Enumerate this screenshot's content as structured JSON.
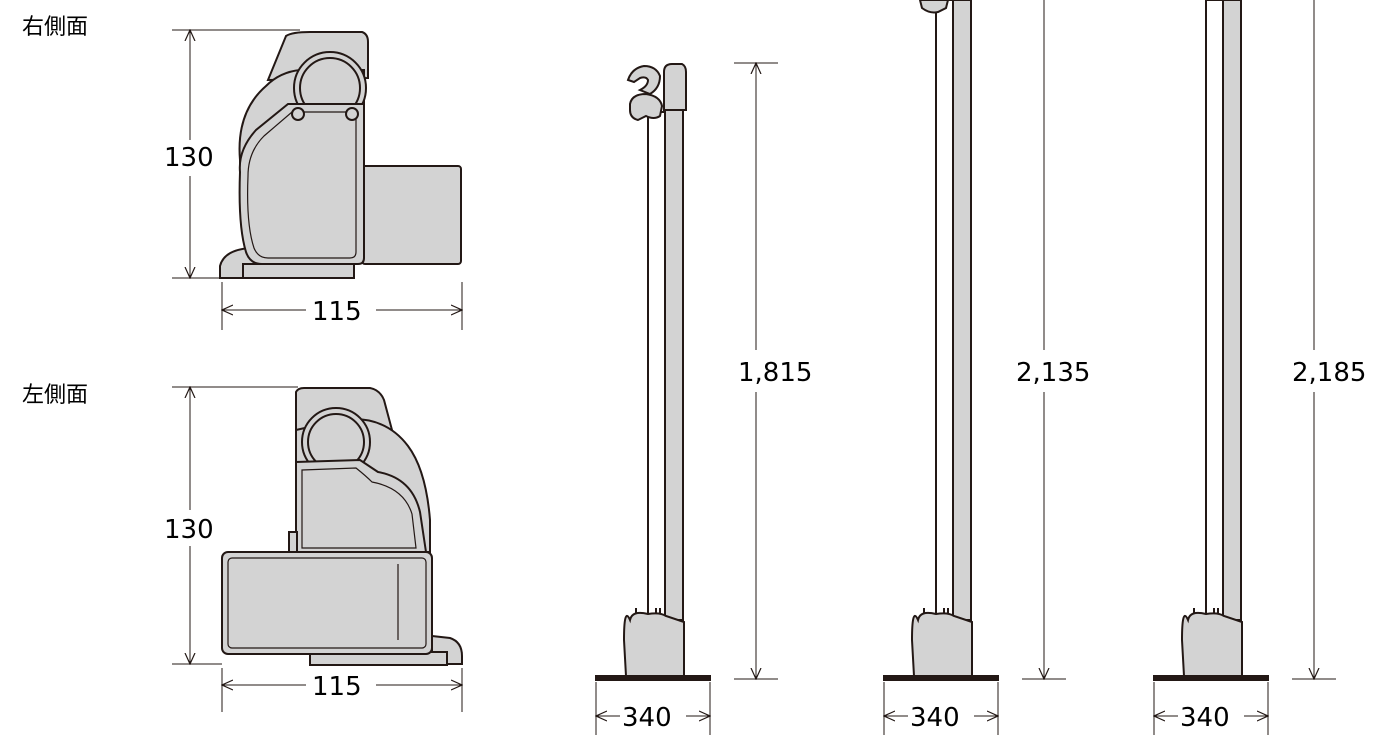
{
  "side_views": {
    "right": {
      "label": "右側面",
      "height_dim": "130",
      "width_dim": "115"
    },
    "left": {
      "label": "左側面",
      "height_dim": "130",
      "width_dim": "115"
    }
  },
  "stands": [
    {
      "height_dim": "1,815",
      "base_dim": "340"
    },
    {
      "height_dim": "2,135",
      "base_dim": "340"
    },
    {
      "height_dim": "2,185",
      "base_dim": "340"
    }
  ],
  "colors": {
    "body_fill": "#d3d3d3",
    "line": "#231815",
    "background": "#ffffff"
  }
}
